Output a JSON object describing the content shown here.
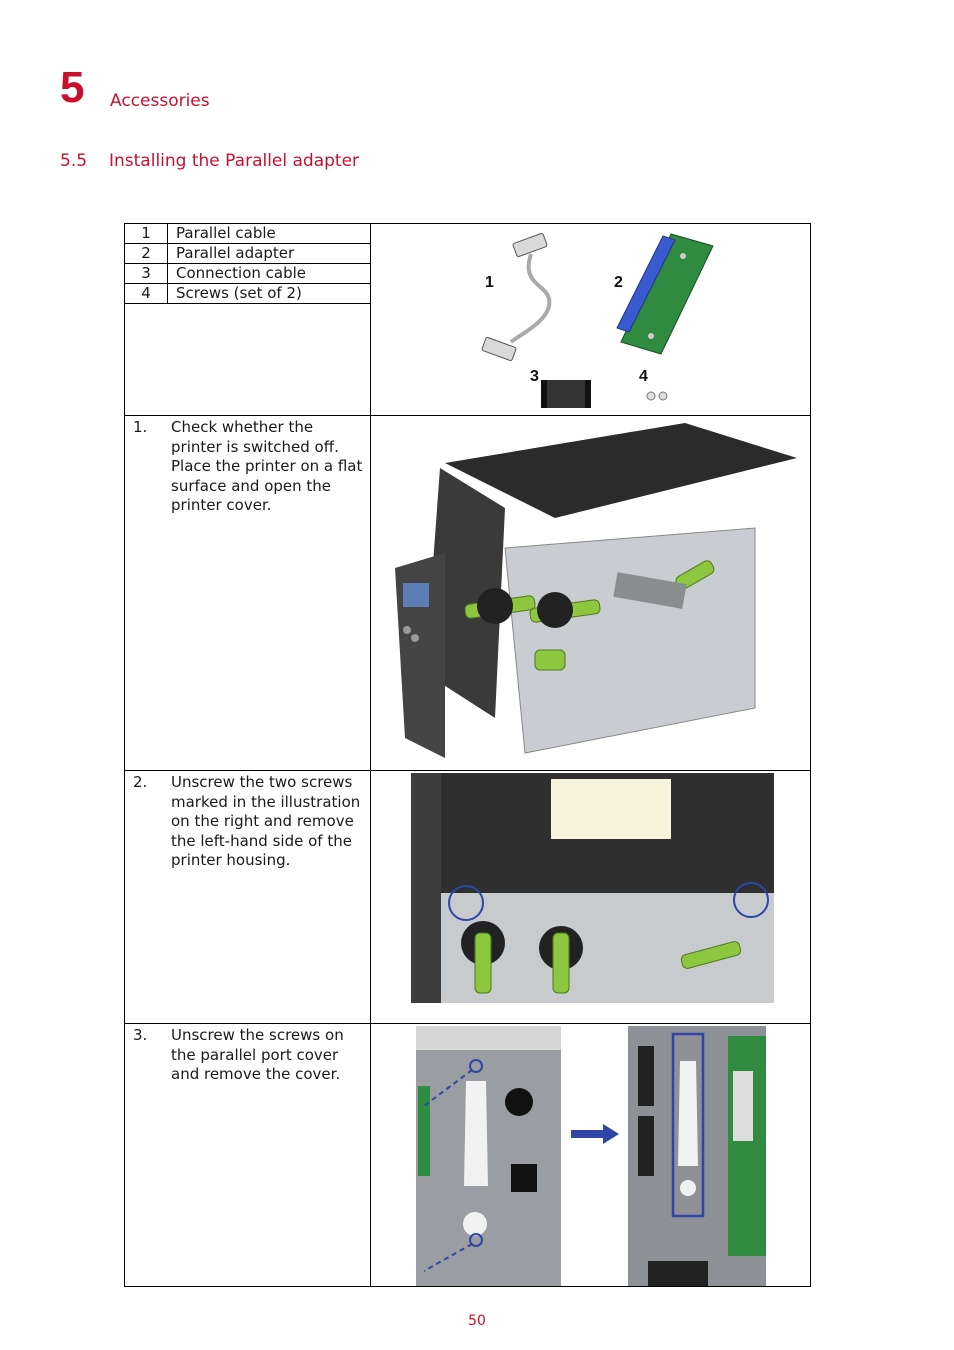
{
  "header": {
    "chapter_number": "5",
    "chapter_title": "Accessories",
    "section_number": "5.5",
    "section_title": "Installing the Parallel adapter"
  },
  "parts": [
    {
      "num": "1",
      "label": "Parallel cable"
    },
    {
      "num": "2",
      "label": "Parallel adapter"
    },
    {
      "num": "3",
      "label": "Connection cable"
    },
    {
      "num": "4",
      "label": "Screws (set of 2)"
    }
  ],
  "figure_callouts": [
    "1",
    "2",
    "3",
    "4"
  ],
  "steps": [
    {
      "num": "1.",
      "text": "Check whether the printer is switched off. Place the printer on a flat surface and open the printer cover."
    },
    {
      "num": "2.",
      "text": "Unscrew the two screws marked in the illustration on the right and remove the left-hand side of the printer housing."
    },
    {
      "num": "3.",
      "text": "Unscrew the screws on the parallel port cover and remove the cover."
    }
  ],
  "footer": {
    "page_number": "50"
  },
  "colors": {
    "heading": "#c8102e",
    "accent_green": "#8dc63f",
    "marker_blue": "#2f45a8"
  }
}
